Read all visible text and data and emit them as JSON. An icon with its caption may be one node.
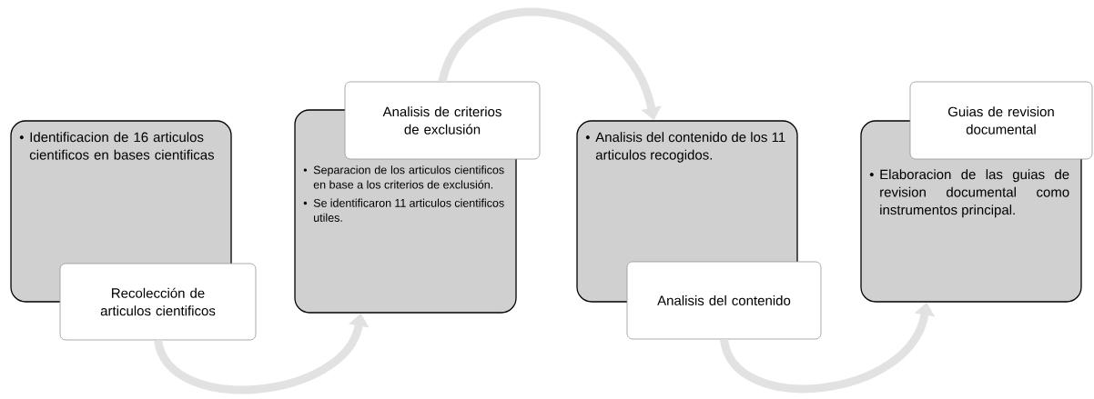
{
  "diagram": {
    "nodes": [
      {
        "text": [
          "Identificacion de 16 articulos cientificos en bases cientificas"
        ]
      },
      {
        "text": [
          "Recolección de articulos cientificos"
        ]
      },
      {
        "text": [
          "Separacion de los articulos cientificos en base a los criterios de exclusión.",
          "Se identificaron 11 articulos cientificos utiles."
        ]
      },
      {
        "text": [
          "Analisis de criterios de exclusión"
        ]
      },
      {
        "text": [
          "Analisis del contenido de los 11 articulos recogidos."
        ]
      },
      {
        "text": [
          "Analisis del contenido"
        ]
      },
      {
        "text": [
          "Elaboracion de las guias de revision documental como instrumentos principal."
        ]
      },
      {
        "text": [
          "Guias de revision documental"
        ]
      }
    ],
    "edges": [
      {
        "from": 1,
        "to": 2,
        "arrow": "to"
      },
      {
        "from": 3,
        "to": 4,
        "arrow": "to"
      },
      {
        "from": 5,
        "to": 6,
        "arrow": "to"
      }
    ],
    "labels": [
      "•",
      "•",
      "•",
      "•",
      "•"
    ]
  }
}
